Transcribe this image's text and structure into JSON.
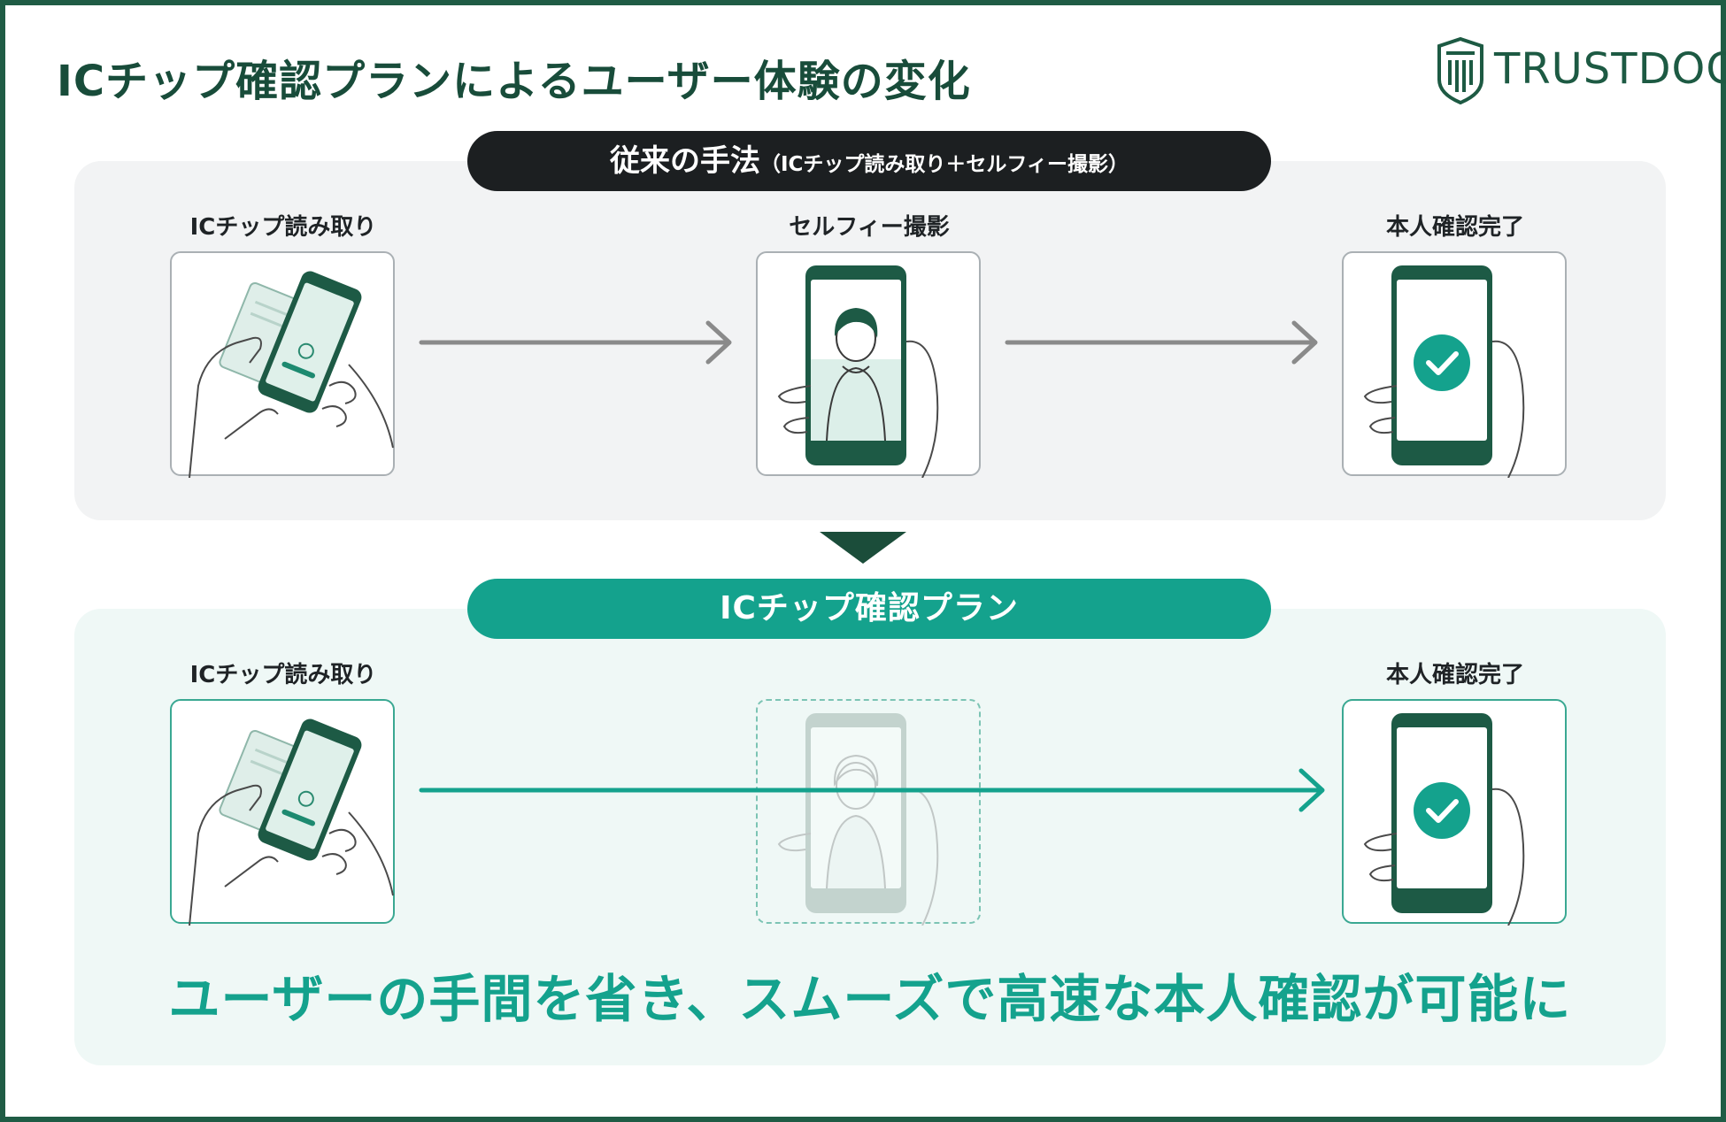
{
  "title": "ICチップ確認プランによるユーザー体験の変化",
  "brand": "TRUSTDOCK",
  "conventional": {
    "label_main": "従来の手法",
    "label_sub": "（ICチップ読み取り＋セルフィー撮影）",
    "steps": [
      "ICチップ読み取り",
      "セルフィー撮影",
      "本人確認完了"
    ]
  },
  "ic_plan": {
    "label": "ICチップ確認プラン",
    "steps": [
      "ICチップ読み取り",
      "本人確認完了"
    ]
  },
  "tagline": "ユーザーの手間を省き、スムーズで高速な本人確認が可能に",
  "colors": {
    "frame": "#1f5c45",
    "dark_green": "#184c3a",
    "teal": "#14a28d",
    "gray_arrow": "#8a8a8a",
    "dark_pill": "#1c1f21"
  }
}
